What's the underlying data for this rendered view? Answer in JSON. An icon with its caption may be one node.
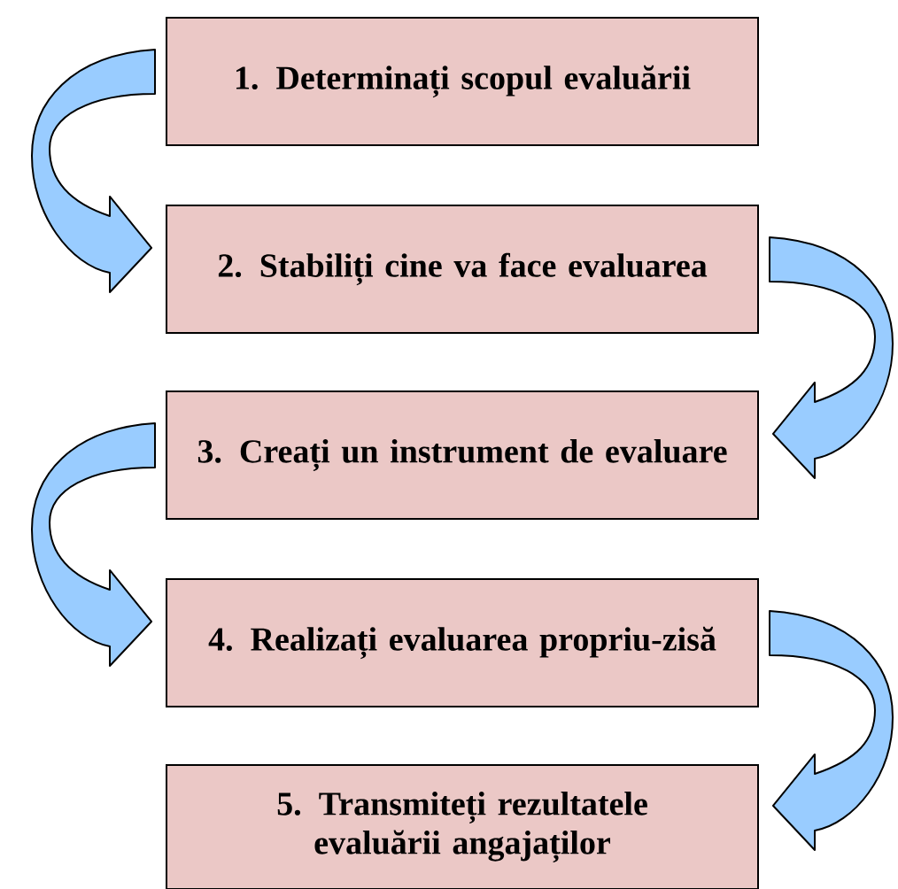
{
  "diagram": {
    "nodes": [
      {
        "text": [
          "1. Determinați scopul evaluării"
        ]
      },
      {
        "text": [
          "2. Stabiliți cine va face evaluarea"
        ]
      },
      {
        "text": [
          "3. Creați un instrument de evaluare"
        ]
      },
      {
        "text": [
          "4. Realizați evaluarea propriu-zisă"
        ]
      },
      {
        "text": [
          "5. Transmiteți rezultatele evaluării angajaților"
        ]
      }
    ],
    "edges": [
      {
        "from": 0,
        "to": 1,
        "arrow": "to"
      },
      {
        "from": 1,
        "to": 2,
        "arrow": "to"
      },
      {
        "from": 2,
        "to": 3,
        "arrow": "to"
      },
      {
        "from": 3,
        "to": 4,
        "arrow": "to"
      }
    ]
  }
}
